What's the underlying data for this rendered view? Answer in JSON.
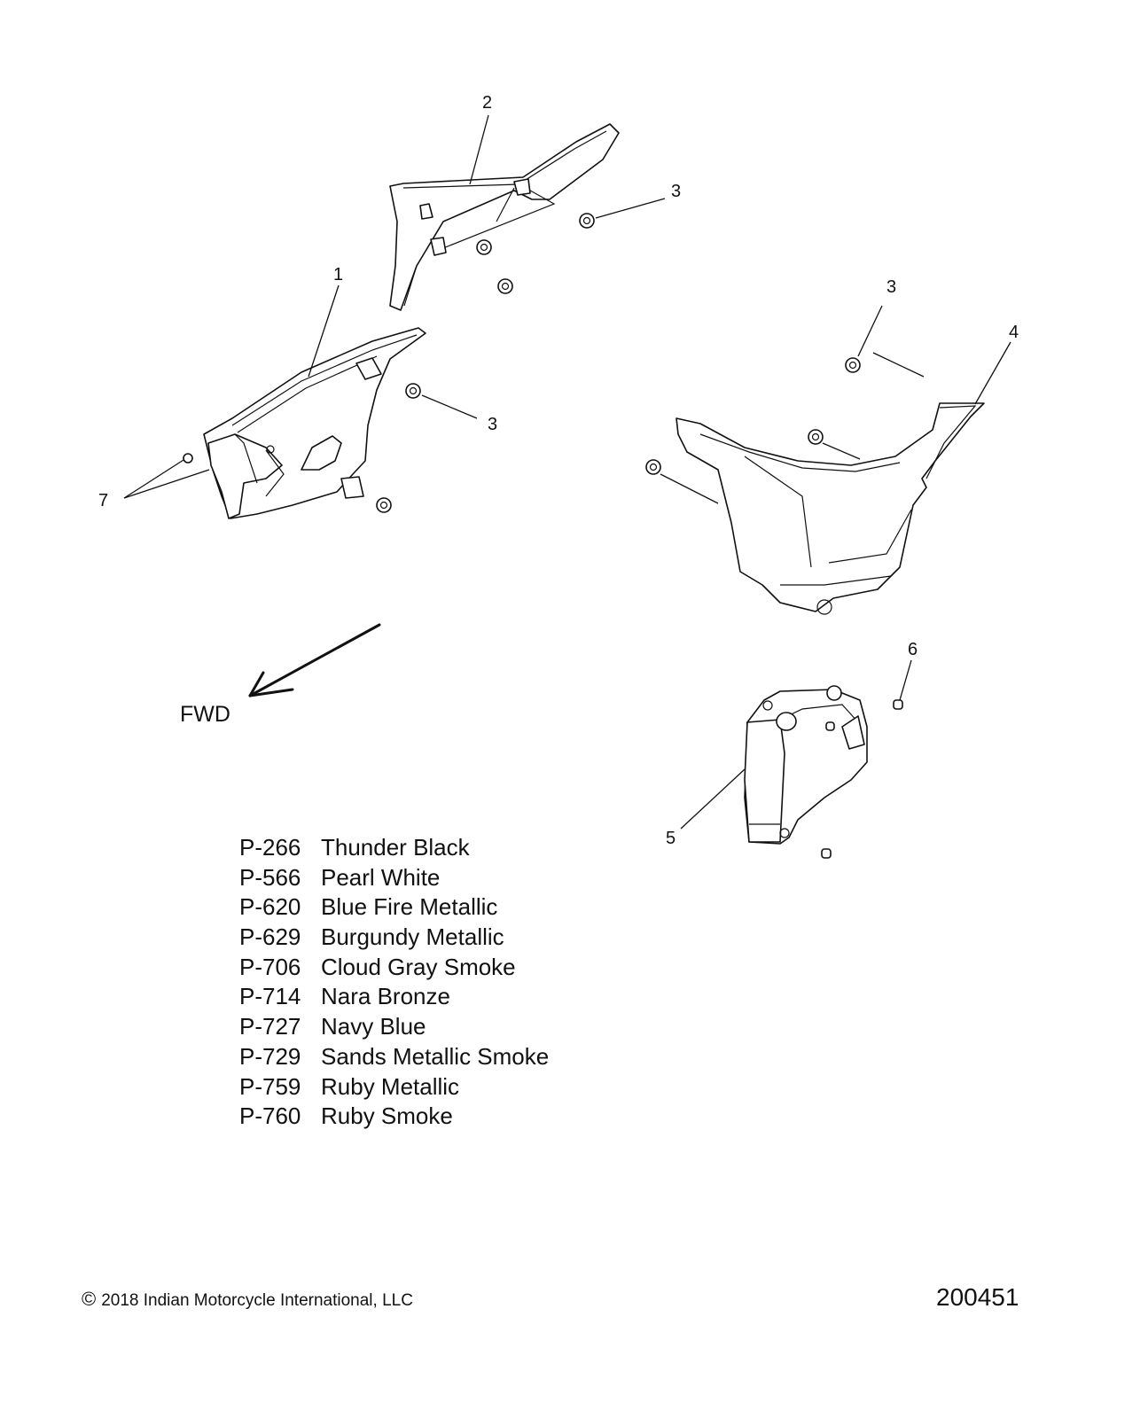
{
  "callouts": {
    "c1": "1",
    "c2": "2",
    "c3a": "3",
    "c3b": "3",
    "c3c": "3",
    "c4": "4",
    "c5": "5",
    "c6": "6",
    "c7": "7"
  },
  "direction_label": "FWD",
  "paint_codes": [
    {
      "code": "P-266",
      "name": "Thunder Black"
    },
    {
      "code": "P-566",
      "name": "Pearl White"
    },
    {
      "code": "P-620",
      "name": "Blue Fire Metallic"
    },
    {
      "code": "P-629",
      "name": "Burgundy Metallic"
    },
    {
      "code": "P-706",
      "name": "Cloud Gray Smoke"
    },
    {
      "code": "P-714",
      "name": "Nara Bronze"
    },
    {
      "code": "P-727",
      "name": "Navy Blue"
    },
    {
      "code": "P-729",
      "name": "Sands Metallic Smoke"
    },
    {
      "code": "P-759",
      "name": "Ruby Metallic"
    },
    {
      "code": "P-760",
      "name": "Ruby Smoke"
    }
  ],
  "footer": {
    "copyright_symbol": "©",
    "copyright_text": "2018 Indian Motorcycle International, LLC",
    "doc_number": "200451"
  }
}
